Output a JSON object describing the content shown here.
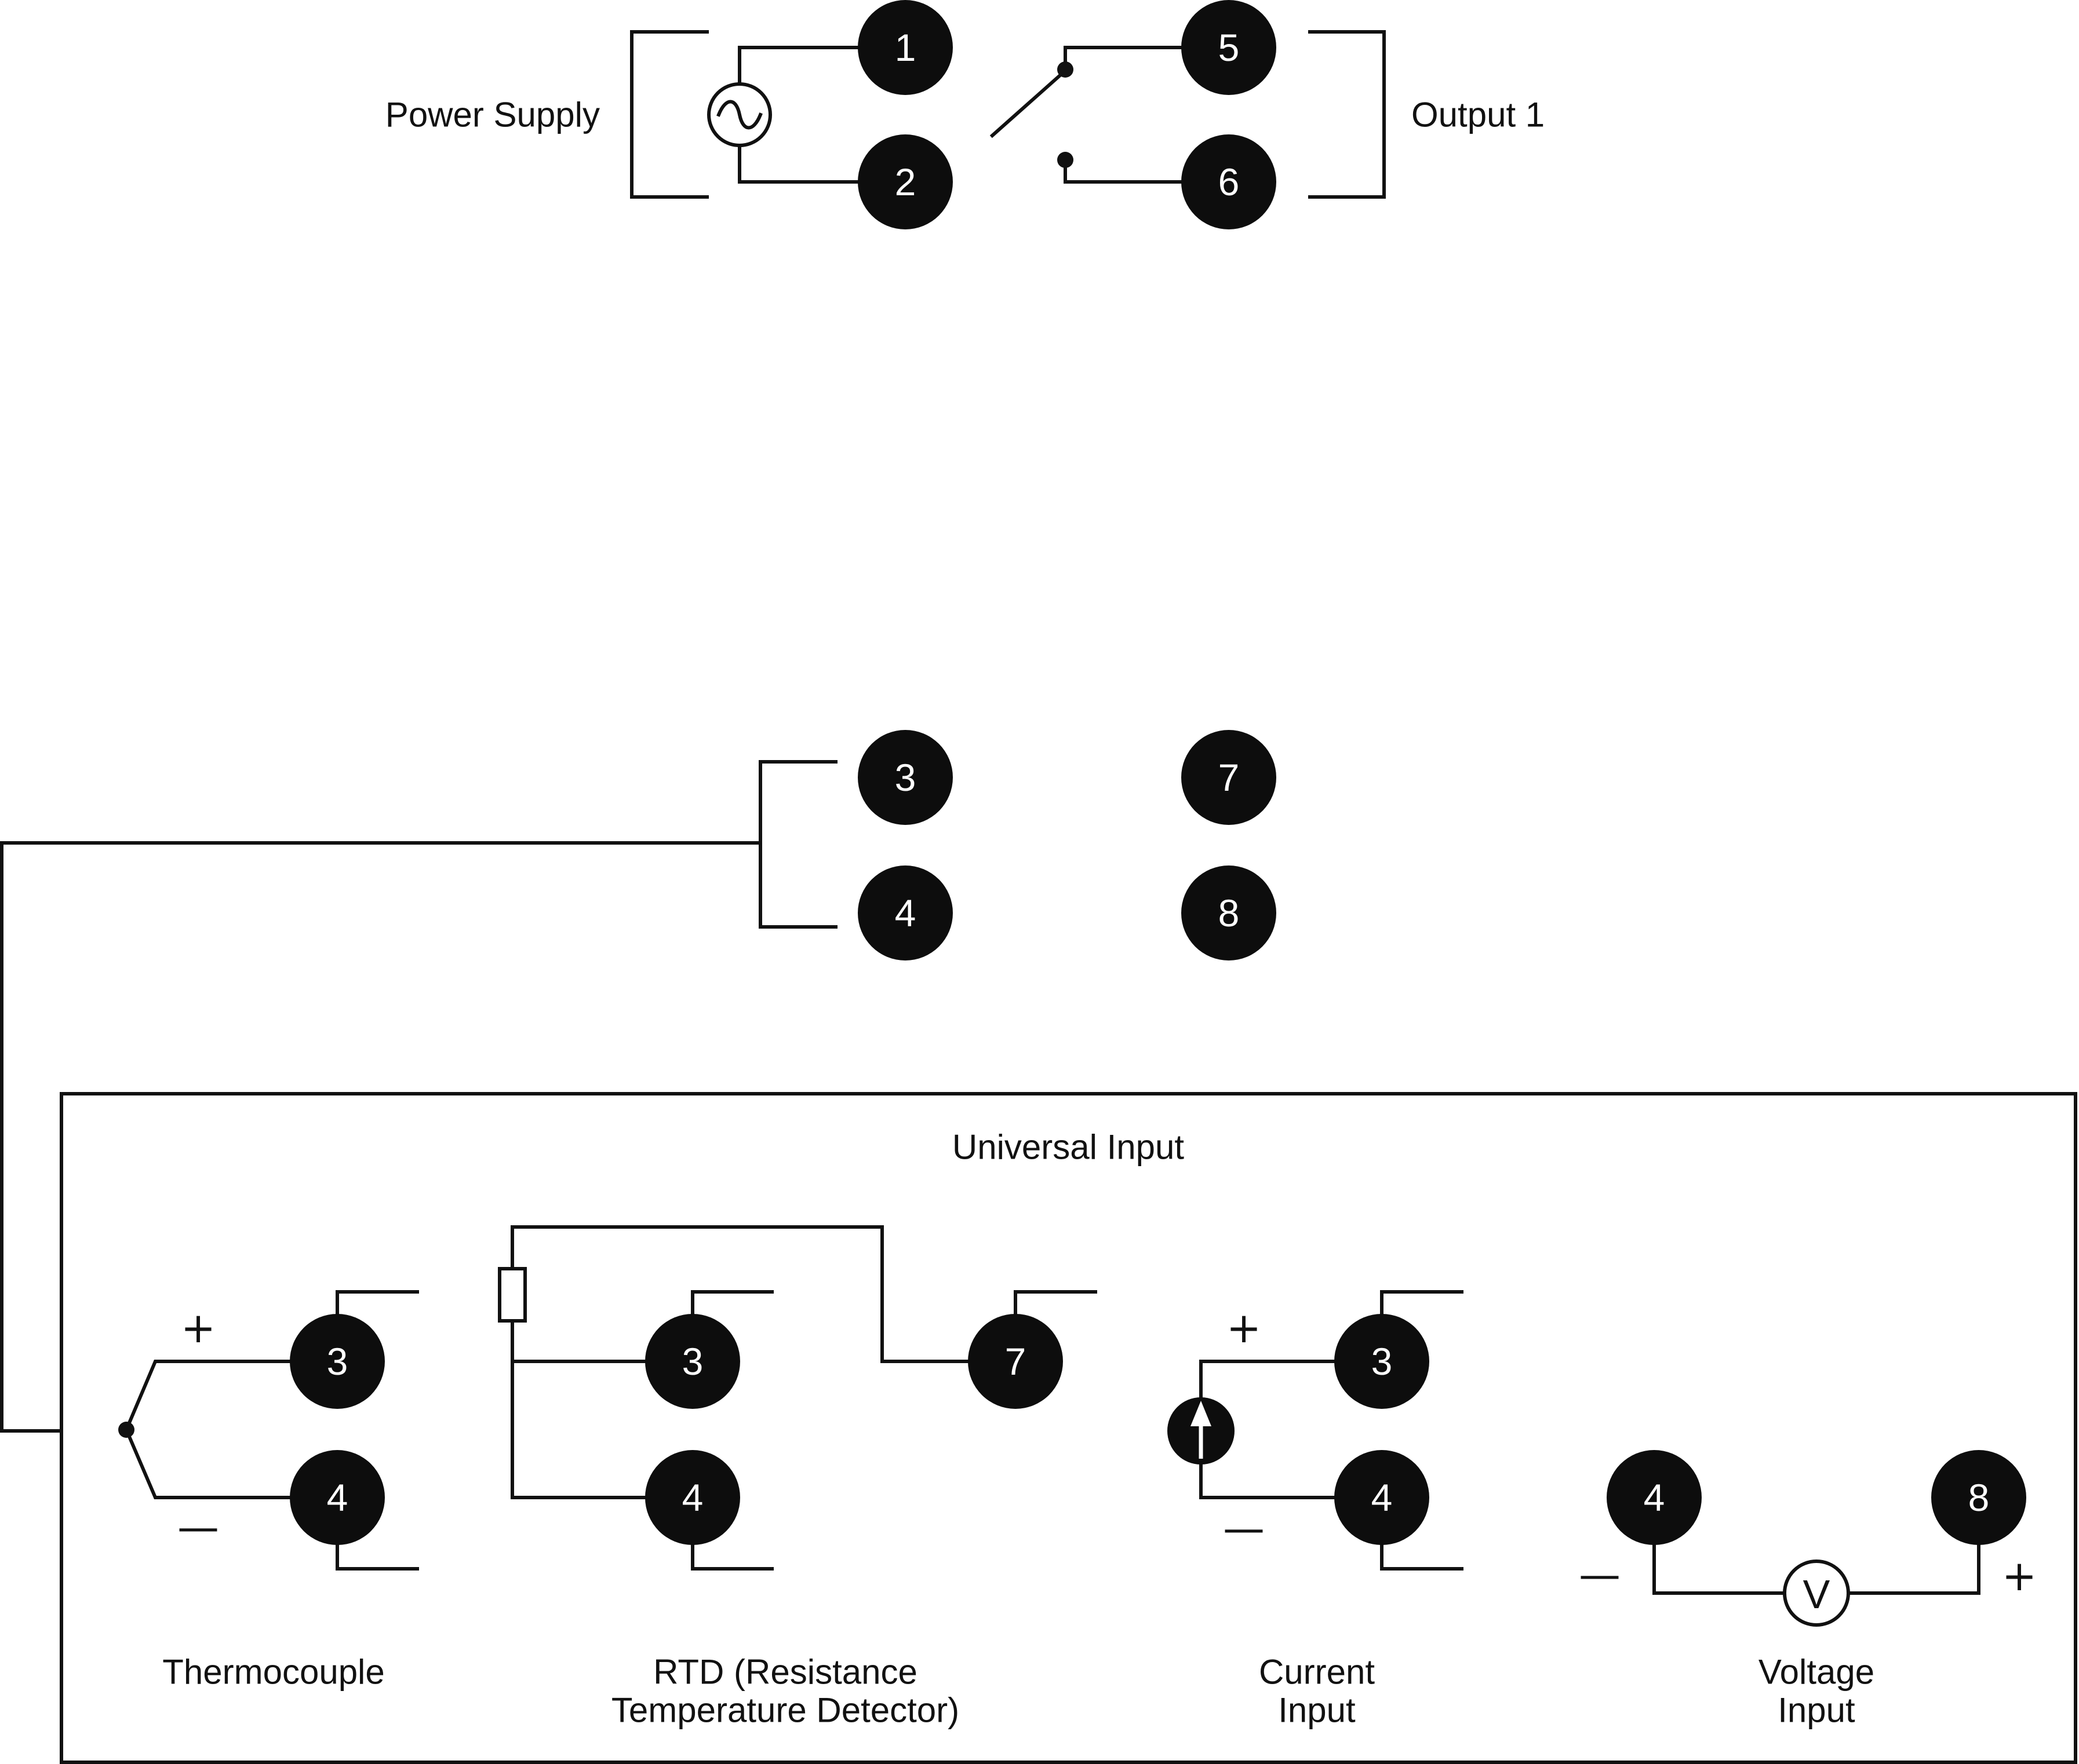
{
  "labels": {
    "power_supply": "Power Supply",
    "output1": "Output 1",
    "universal_input": "Universal Input",
    "thermocouple": "Thermocouple",
    "rtd_line1": "RTD (Resistance",
    "rtd_line2": "Temperature Detector)",
    "current_line1": "Current",
    "current_line2": "Input",
    "voltage_line1": "Voltage",
    "voltage_line2": "Input"
  },
  "terminals": {
    "t1": "1",
    "t2": "2",
    "t5": "5",
    "t6": "6",
    "t3": "3",
    "t4": "4",
    "t7": "7",
    "t8": "8",
    "tc3": "3",
    "tc4": "4",
    "rtd3": "3",
    "rtd4": "4",
    "rtd7": "7",
    "cur3": "3",
    "cur4": "4",
    "volt4": "4",
    "volt8": "8"
  },
  "signs": {
    "plus": "+",
    "minus": "—"
  },
  "symbols": {
    "voltmeter": "V"
  },
  "colors": {
    "ink": "#111111",
    "terminal": "#0d0d0d",
    "background": "#ffffff"
  }
}
